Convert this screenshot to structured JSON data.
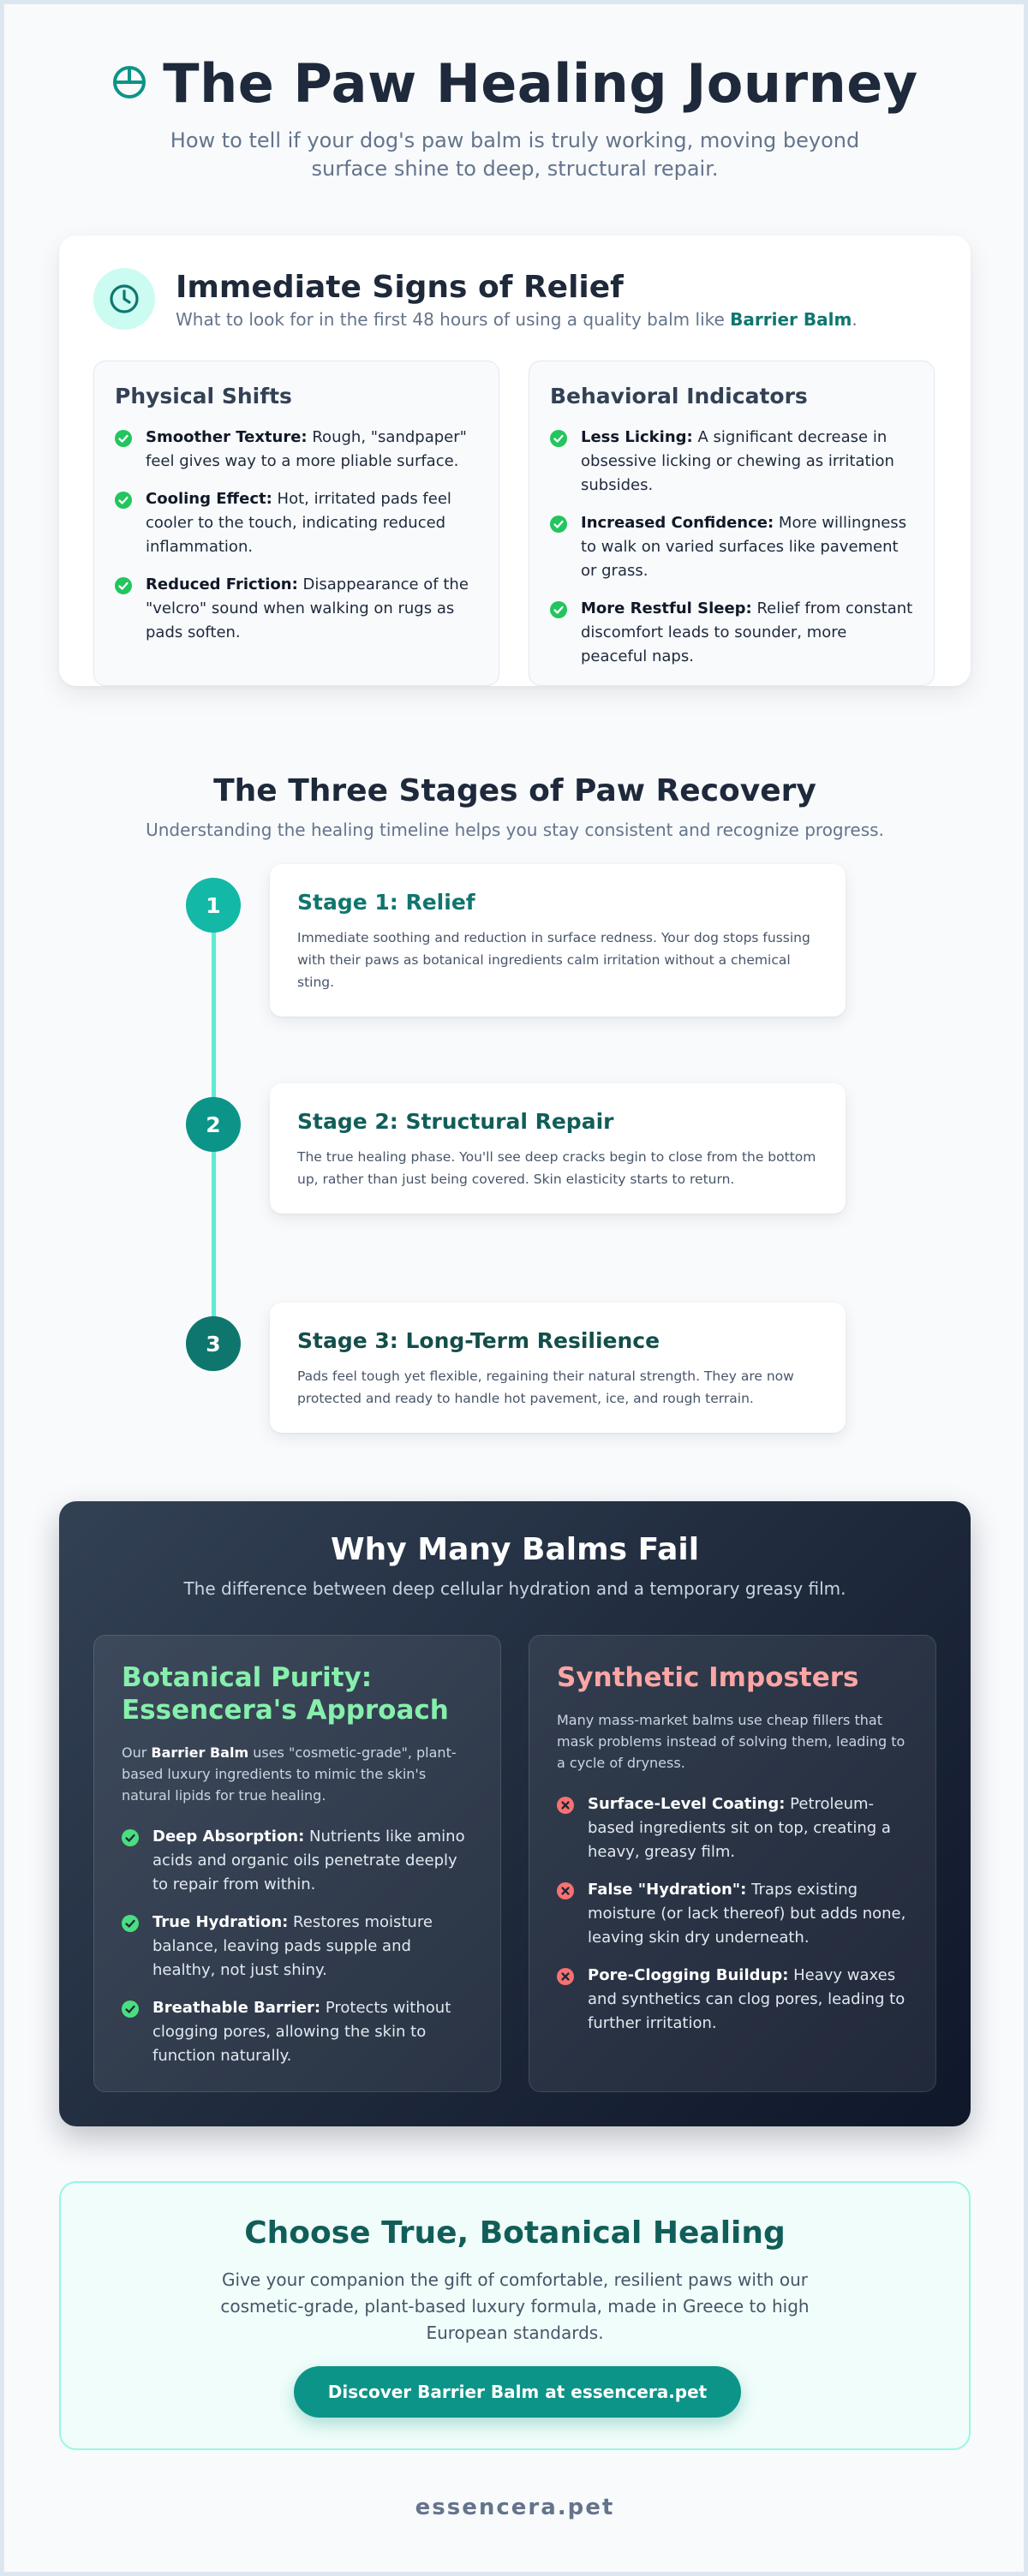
{
  "header": {
    "title": "The Paw Healing Journey",
    "subtitle": "How to tell if your dog's paw balm is truly working, moving beyond surface shine to deep, structural repair."
  },
  "relief": {
    "title": "Immediate Signs of Relief",
    "subtitle_prefix": "What to look for in the first 48 hours of using a quality balm like ",
    "subtitle_brand": "Barrier Balm",
    "subtitle_suffix": ".",
    "physical": {
      "heading": "Physical Shifts",
      "items": [
        {
          "label": "Smoother Texture:",
          "text": " Rough, \"sandpaper\" feel gives way to a more pliable surface."
        },
        {
          "label": "Cooling Effect:",
          "text": " Hot, irritated pads feel cooler to the touch, indicating reduced inflammation."
        },
        {
          "label": "Reduced Friction:",
          "text": " Disappearance of the \"velcro\" sound when walking on rugs as pads soften."
        }
      ]
    },
    "behavioral": {
      "heading": "Behavioral Indicators",
      "items": [
        {
          "label": "Less Licking:",
          "text": " A significant decrease in obsessive licking or chewing as irritation subsides."
        },
        {
          "label": "Increased Confidence:",
          "text": " More willingness to walk on varied surfaces like pavement or grass."
        },
        {
          "label": "More Restful Sleep:",
          "text": " Relief from constant discomfort leads to sounder, more peaceful naps."
        }
      ]
    }
  },
  "stages": {
    "title": "The Three Stages of Paw Recovery",
    "subtitle": "Understanding the healing timeline helps you stay consistent and recognize progress.",
    "items": [
      {
        "number": "1",
        "title": "Stage 1: Relief",
        "text": "Immediate soothing and reduction in surface redness. Your dog stops fussing with their paws as botanical ingredients calm irritation without a chemical sting.",
        "color": "#14b8a6",
        "title_color": "#0f766e"
      },
      {
        "number": "2",
        "title": "Stage 2: Structural Repair",
        "text": "The true healing phase. You'll see deep cracks begin to close from the bottom up, rather than just being covered. Skin elasticity starts to return.",
        "color": "#0d9488",
        "title_color": "#115e59"
      },
      {
        "number": "3",
        "title": "Stage 3: Long-Term Resilience",
        "text": "Pads feel tough yet flexible, regaining their natural strength. They are now protected and ready to handle hot pavement, ice, and rough terrain.",
        "color": "#0f766e",
        "title_color": "#134e4a"
      }
    ]
  },
  "comparison": {
    "title": "Why Many Balms Fail",
    "subtitle": "The difference between deep cellular hydration and a temporary greasy film.",
    "botanical": {
      "heading": "Botanical Purity: Essencera's Approach",
      "intro_prefix": "Our ",
      "intro_brand": "Barrier Balm",
      "intro_suffix": " uses \"cosmetic-grade\", plant-based luxury ingredients to mimic the skin's natural lipids for true healing.",
      "color": "#86efac",
      "items": [
        {
          "label": "Deep Absorption:",
          "text": " Nutrients like amino acids and organic oils penetrate deeply to repair from within."
        },
        {
          "label": "True Hydration:",
          "text": " Restores moisture balance, leaving pads supple and healthy, not just shiny."
        },
        {
          "label": "Breathable Barrier:",
          "text": " Protects without clogging pores, allowing the skin to function naturally."
        }
      ]
    },
    "synthetic": {
      "heading": "Synthetic Imposters",
      "intro": "Many mass-market balms use cheap fillers that mask problems instead of solving them, leading to a cycle of dryness.",
      "color": "#fca5a5",
      "items": [
        {
          "label": "Surface-Level Coating:",
          "text": " Petroleum-based ingredients sit on top, creating a heavy, greasy film."
        },
        {
          "label": "False \"Hydration\":",
          "text": " Traps existing moisture (or lack thereof) but adds none, leaving skin dry underneath."
        },
        {
          "label": "Pore-Clogging Buildup:",
          "text": " Heavy waxes and synthetics can clog pores, leading to further irritation."
        }
      ]
    }
  },
  "cta": {
    "title": "Choose True, Botanical Healing",
    "text": "Give your companion the gift of comfortable, resilient paws with our cosmetic-grade, plant-based luxury formula, made in Greece to high European standards.",
    "button_label": "Discover Barrier Balm at essencera.pet"
  },
  "footer": {
    "text": "essencera.pet"
  },
  "colors": {
    "accent": "#0d9488",
    "check_green": "#22c55e",
    "x_red": "#f87171"
  }
}
